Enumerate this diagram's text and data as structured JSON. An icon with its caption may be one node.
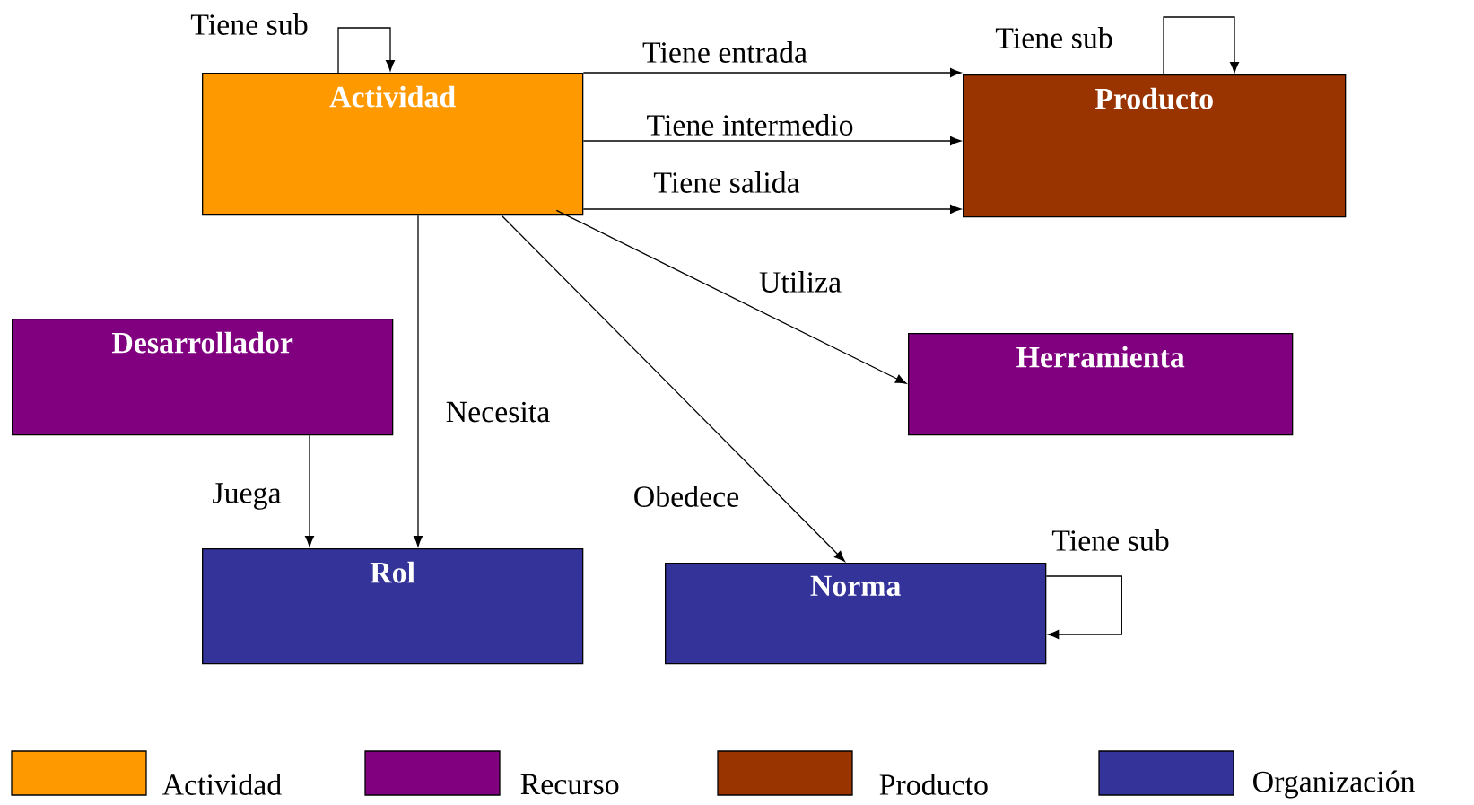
{
  "diagram": {
    "nodes": [
      {
        "text": [
          "Actividad"
        ]
      },
      {
        "text": [
          "Producto"
        ]
      },
      {
        "text": [
          "Desarrollador"
        ]
      },
      {
        "text": [
          "Herramienta"
        ]
      },
      {
        "text": [
          "Rol"
        ]
      },
      {
        "text": [
          "Norma"
        ]
      }
    ],
    "edges": [
      {
        "from": 0,
        "to": 0,
        "arrow": "to",
        "label": "Tiene sub"
      },
      {
        "from": 0,
        "to": 1,
        "arrow": "to",
        "label": "Tiene entrada"
      },
      {
        "from": 0,
        "to": 1,
        "arrow": "to",
        "label": "Tiene intermedio"
      },
      {
        "from": 0,
        "to": 1,
        "arrow": "to",
        "label": "Tiene salida"
      },
      {
        "from": 1,
        "to": 1,
        "arrow": "to",
        "label": "Tiene sub"
      },
      {
        "from": 0,
        "to": 3,
        "arrow": "to",
        "label": "Utiliza"
      },
      {
        "from": 0,
        "to": 4,
        "arrow": "to",
        "label": "Necesita"
      },
      {
        "from": 0,
        "to": 5,
        "arrow": "to",
        "label": "Obedece"
      },
      {
        "from": 2,
        "to": 4,
        "arrow": "to",
        "label": "Juega"
      },
      {
        "from": 5,
        "to": 5,
        "arrow": "to",
        "label": "Tiene sub"
      }
    ],
    "legend": [
      {
        "text": "Actividad",
        "color": "#ff9900"
      },
      {
        "text": "Recurso",
        "color": "#800080"
      },
      {
        "text": "Producto",
        "color": "#993300"
      },
      {
        "text": "Organización",
        "color": "#333399"
      }
    ]
  }
}
